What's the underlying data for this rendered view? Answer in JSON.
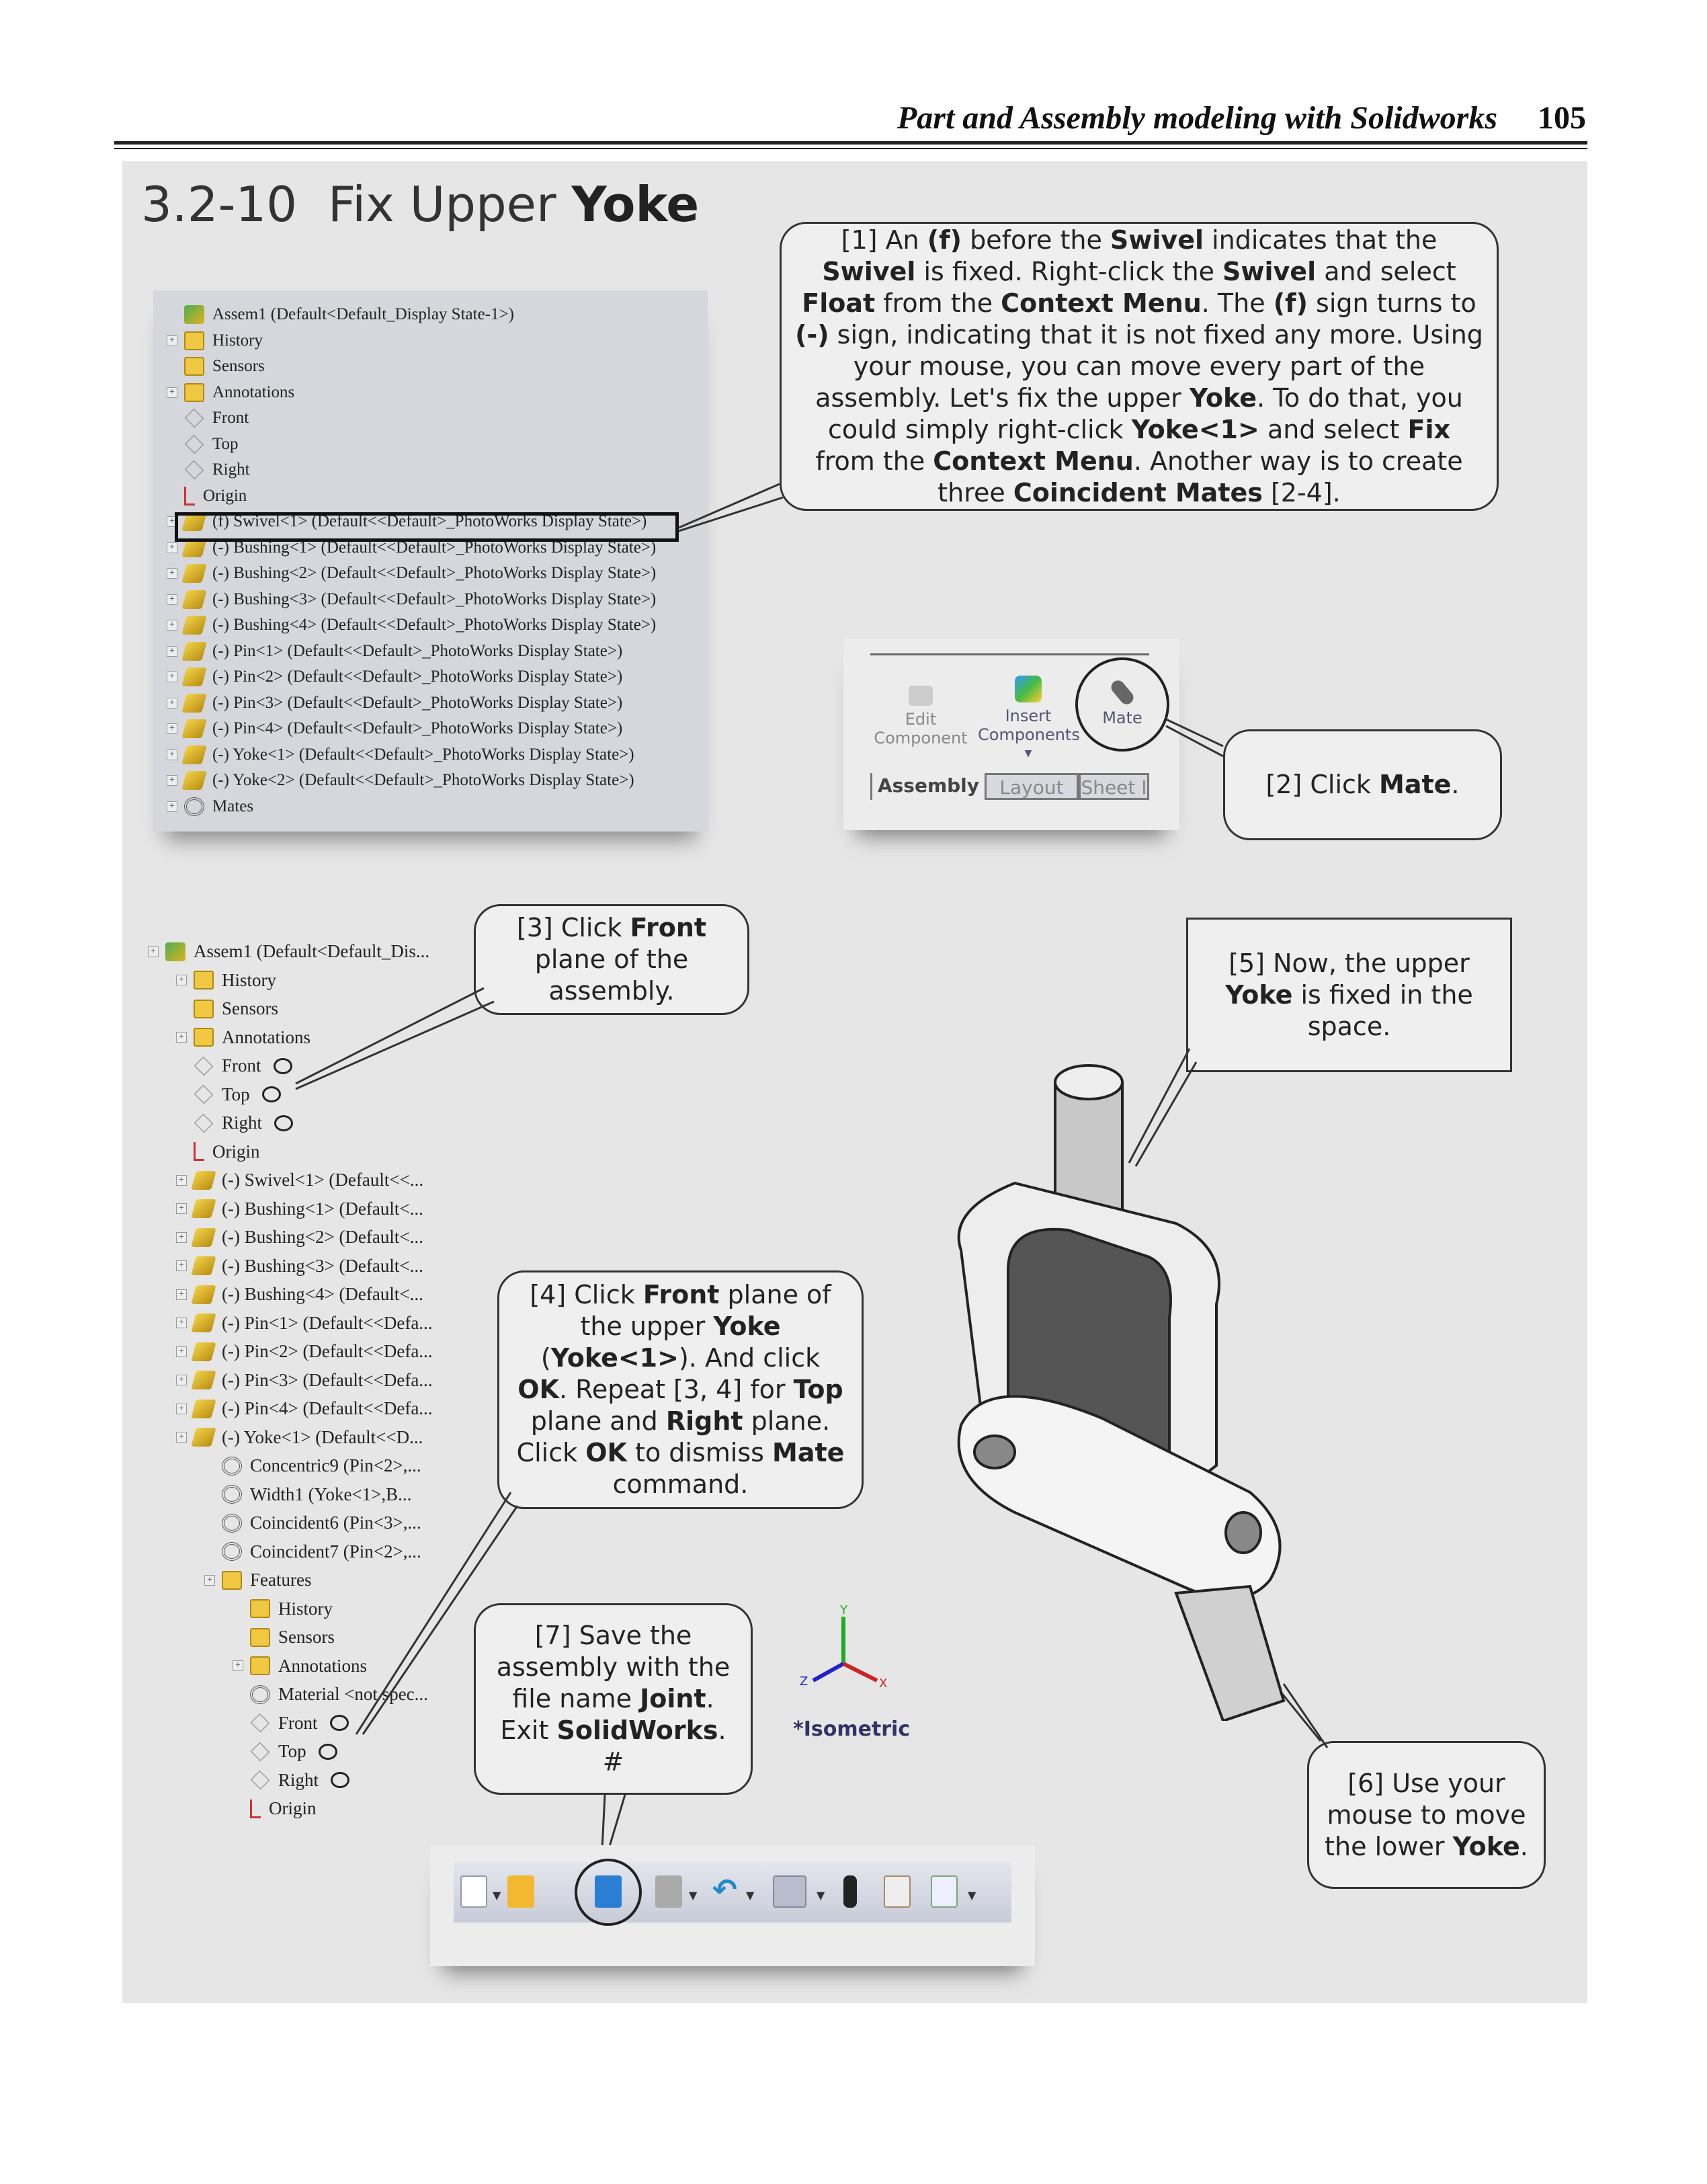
{
  "header": {
    "running_title": "Part and Assembly modeling with Solidworks",
    "page_number": "105"
  },
  "section": {
    "number": "3.2-10",
    "title_plain": "Fix Upper",
    "title_bold": "Yoke"
  },
  "tree1": {
    "rows": [
      {
        "icon": "asm",
        "label": "Assem1  (Default<Default_Display State-1>)"
      },
      {
        "icon": "folder",
        "label": "History",
        "exp": true
      },
      {
        "icon": "folder",
        "label": "Sensors"
      },
      {
        "icon": "folder",
        "label": "Annotations",
        "exp": true
      },
      {
        "icon": "plane",
        "label": "Front"
      },
      {
        "icon": "plane",
        "label": "Top"
      },
      {
        "icon": "plane",
        "label": "Right"
      },
      {
        "icon": "origin",
        "label": "Origin"
      },
      {
        "icon": "part",
        "label": "(f) Swivel<1> (Default<<Default>_PhotoWorks Display State>)",
        "exp": true
      },
      {
        "icon": "part",
        "label": "(-) Bushing<1> (Default<<Default>_PhotoWorks Display State>)",
        "exp": true
      },
      {
        "icon": "part",
        "label": "(-) Bushing<2> (Default<<Default>_PhotoWorks Display State>)",
        "exp": true
      },
      {
        "icon": "part",
        "label": "(-) Bushing<3> (Default<<Default>_PhotoWorks Display State>)",
        "exp": true
      },
      {
        "icon": "part",
        "label": "(-) Bushing<4> (Default<<Default>_PhotoWorks Display State>)",
        "exp": true
      },
      {
        "icon": "part",
        "label": "(-) Pin<1> (Default<<Default>_PhotoWorks Display State>)",
        "exp": true
      },
      {
        "icon": "part",
        "label": "(-) Pin<2> (Default<<Default>_PhotoWorks Display State>)",
        "exp": true
      },
      {
        "icon": "part",
        "label": "(-) Pin<3> (Default<<Default>_PhotoWorks Display State>)",
        "exp": true
      },
      {
        "icon": "part",
        "label": "(-) Pin<4> (Default<<Default>_PhotoWorks Display State>)",
        "exp": true
      },
      {
        "icon": "part",
        "label": "(-) Yoke<1> (Default<<Default>_PhotoWorks Display State>)",
        "exp": true
      },
      {
        "icon": "part",
        "label": "(-) Yoke<2> (Default<<Default>_PhotoWorks Display State>)",
        "exp": true
      },
      {
        "icon": "mate",
        "label": "Mates",
        "exp": true
      }
    ]
  },
  "tree2": {
    "rows": [
      {
        "icon": "asm",
        "label": "Assem1  (Default<Default_Dis...",
        "lvl": 0,
        "exp": true
      },
      {
        "icon": "folder",
        "label": "History",
        "lvl": 1,
        "exp": true
      },
      {
        "icon": "folder",
        "label": "Sensors",
        "lvl": 1
      },
      {
        "icon": "folder",
        "label": "Annotations",
        "lvl": 1,
        "exp": true
      },
      {
        "icon": "plane",
        "label": "Front",
        "lvl": 1,
        "circle": true
      },
      {
        "icon": "plane",
        "label": "Top",
        "lvl": 1,
        "circle": true
      },
      {
        "icon": "plane",
        "label": "Right",
        "lvl": 1,
        "circle": true
      },
      {
        "icon": "origin",
        "label": "Origin",
        "lvl": 1
      },
      {
        "icon": "part",
        "label": "(-) Swivel<1> (Default<<...",
        "lvl": 1,
        "exp": true
      },
      {
        "icon": "part",
        "label": "(-) Bushing<1> (Default<...",
        "lvl": 1,
        "exp": true
      },
      {
        "icon": "part",
        "label": "(-) Bushing<2> (Default<...",
        "lvl": 1,
        "exp": true
      },
      {
        "icon": "part",
        "label": "(-) Bushing<3> (Default<...",
        "lvl": 1,
        "exp": true
      },
      {
        "icon": "part",
        "label": "(-) Bushing<4> (Default<...",
        "lvl": 1,
        "exp": true
      },
      {
        "icon": "part",
        "label": "(-) Pin<1> (Default<<Defa...",
        "lvl": 1,
        "exp": true
      },
      {
        "icon": "part",
        "label": "(-) Pin<2> (Default<<Defa...",
        "lvl": 1,
        "exp": true
      },
      {
        "icon": "part",
        "label": "(-) Pin<3> (Default<<Defa...",
        "lvl": 1,
        "exp": true
      },
      {
        "icon": "part",
        "label": "(-) Pin<4> (Default<<Defa...",
        "lvl": 1,
        "exp": true
      },
      {
        "icon": "part",
        "label": "(-) Yoke<1> (Default<<D...",
        "lvl": 1,
        "exp": true
      },
      {
        "icon": "mate",
        "label": "Concentric9 (Pin<2>,...",
        "lvl": 2
      },
      {
        "icon": "mate",
        "label": "Width1 (Yoke<1>,B...",
        "lvl": 2
      },
      {
        "icon": "mate",
        "label": "Coincident6 (Pin<3>,...",
        "lvl": 2
      },
      {
        "icon": "mate",
        "label": "Coincident7 (Pin<2>,...",
        "lvl": 2
      },
      {
        "icon": "folder",
        "label": "Features",
        "lvl": 2,
        "exp": true
      },
      {
        "icon": "folder",
        "label": "History",
        "lvl": 3
      },
      {
        "icon": "folder",
        "label": "Sensors",
        "lvl": 3
      },
      {
        "icon": "folder",
        "label": "Annotations",
        "lvl": 3,
        "exp": true
      },
      {
        "icon": "mate",
        "label": "Material <not spec...",
        "lvl": 3
      },
      {
        "icon": "plane",
        "label": "Front",
        "lvl": 3,
        "circle": true
      },
      {
        "icon": "plane",
        "label": "Top",
        "lvl": 3,
        "circle": true
      },
      {
        "icon": "plane",
        "label": "Right",
        "lvl": 3,
        "circle": true
      },
      {
        "icon": "origin",
        "label": "Origin",
        "lvl": 3
      }
    ]
  },
  "mate_toolbar": {
    "edit_component": "Edit Component",
    "insert_components": "Insert Components",
    "mate": "Mate",
    "tabs": [
      "Assembly",
      "Layout",
      "Sheet I"
    ]
  },
  "callouts": {
    "c1": [
      [
        "[1] An ",
        0
      ],
      [
        "(f)",
        1
      ],
      [
        " before the ",
        0
      ],
      [
        "Swivel",
        1
      ],
      [
        " indicates that the ",
        0
      ],
      [
        "Swivel",
        1
      ],
      [
        " is fixed.  Right-click the ",
        0
      ],
      [
        "Swivel",
        1
      ],
      [
        " and select ",
        0
      ],
      [
        "Float",
        1
      ],
      [
        " from the ",
        0
      ],
      [
        "Context Menu",
        1
      ],
      [
        ". The ",
        0
      ],
      [
        "(f)",
        1
      ],
      [
        " sign turns to ",
        0
      ],
      [
        "(-)",
        1
      ],
      [
        " sign, indicating that it is not fixed any more.  Using your mouse, you can move every part of the assembly.  Let's fix the upper ",
        0
      ],
      [
        "Yoke",
        1
      ],
      [
        ". To do that, you could simply right-click ",
        0
      ],
      [
        "Yoke<1>",
        1
      ],
      [
        " and select ",
        0
      ],
      [
        "Fix",
        1
      ],
      [
        " from the ",
        0
      ],
      [
        "Context Menu",
        1
      ],
      [
        ". Another way is to create three ",
        0
      ],
      [
        "Coincident Mates",
        1
      ],
      [
        " [2-4].",
        0
      ]
    ],
    "c2": [
      [
        "[2] Click ",
        0
      ],
      [
        "Mate",
        1
      ],
      [
        ".",
        0
      ]
    ],
    "c3": [
      [
        "[3] Click ",
        0
      ],
      [
        "Front",
        1
      ],
      [
        " plane of the assembly.",
        0
      ]
    ],
    "c4": [
      [
        "[4] Click ",
        0
      ],
      [
        "Front",
        1
      ],
      [
        " plane of the upper ",
        0
      ],
      [
        "Yoke",
        1
      ],
      [
        " (",
        0
      ],
      [
        "Yoke<1>",
        1
      ],
      [
        "). And click ",
        0
      ],
      [
        "OK",
        1
      ],
      [
        ".  Repeat [3, 4] for ",
        0
      ],
      [
        "Top",
        1
      ],
      [
        " plane and ",
        0
      ],
      [
        "Right",
        1
      ],
      [
        " plane.  Click ",
        0
      ],
      [
        "OK",
        1
      ],
      [
        " to dismiss ",
        0
      ],
      [
        "Mate",
        1
      ],
      [
        " command.",
        0
      ]
    ],
    "c5": [
      [
        "[5] Now, the upper ",
        0
      ],
      [
        "Yoke",
        1
      ],
      [
        " is fixed in the space.",
        0
      ]
    ],
    "c6": [
      [
        "[6] Use your mouse to move the lower ",
        0
      ],
      [
        "Yoke",
        1
      ],
      [
        ".",
        0
      ]
    ],
    "c7": [
      [
        "[7] Save the assembly with the file name ",
        0
      ],
      [
        "Joint",
        1
      ],
      [
        ".  Exit ",
        0
      ],
      [
        "SolidWorks",
        1
      ],
      [
        ". #",
        0
      ]
    ]
  },
  "triad": {
    "x": "X",
    "y": "Y",
    "z": "Z",
    "view": "*Isometric"
  }
}
